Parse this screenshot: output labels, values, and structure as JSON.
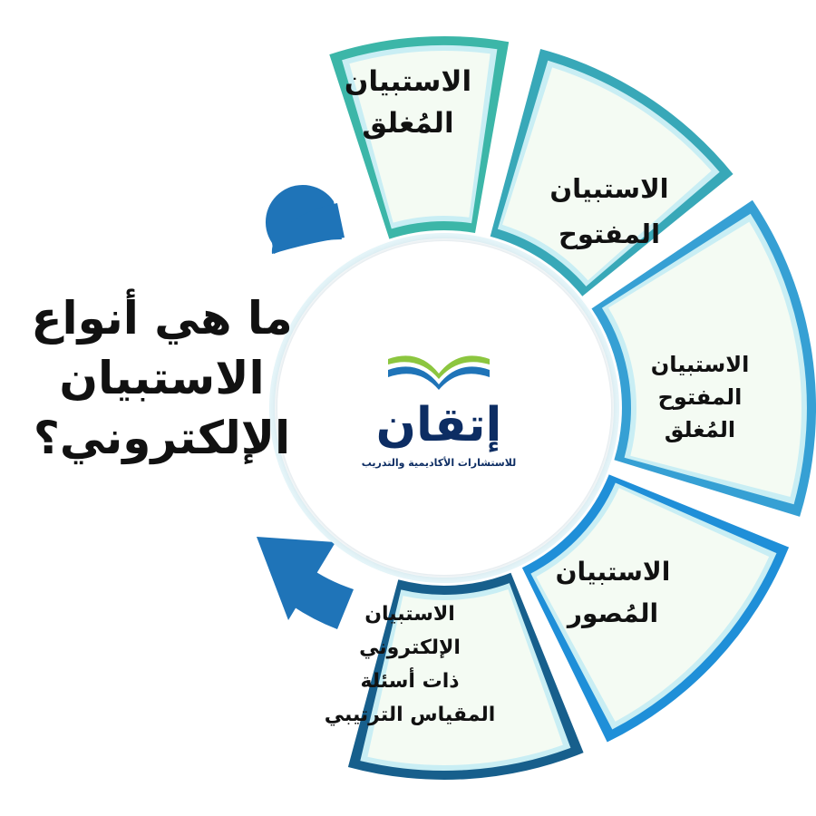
{
  "title": {
    "lines": [
      "ما هي أنواع",
      "الاستبيان",
      "الإلكتروني؟"
    ]
  },
  "logo": {
    "wordmark": "إتقان",
    "tagline": "للاستشارات الأكاديمية والتدريب",
    "colors": {
      "book_top": "#8cc63f",
      "book_bottom": "#1f74b8",
      "text": "#0d2d63"
    }
  },
  "segments": [
    {
      "lines": [
        "الاستبيان",
        "المُغلق"
      ],
      "border_color": "#3cb6a8"
    },
    {
      "lines": [
        "الاستبيان",
        "المفتوح"
      ],
      "border_color": "#38a8b8"
    },
    {
      "lines": [
        "الاستبيان",
        "المفتوح",
        "المُغلق"
      ],
      "border_color": "#36a0d4"
    },
    {
      "lines": [
        "الاستبيان",
        "المُصور"
      ],
      "border_color": "#1f8fd8"
    },
    {
      "lines": [
        "الاستبيان",
        "الإلكتروني",
        "ذات أسئلة",
        "المقياس الترتيبي"
      ],
      "border_color": "#175f8c"
    }
  ],
  "colors": {
    "arrow": "#1f74b8",
    "segment_fill": "#f4fbf3",
    "inner_border": "#c9eef4",
    "hub_ring": "#e4f4f8"
  }
}
